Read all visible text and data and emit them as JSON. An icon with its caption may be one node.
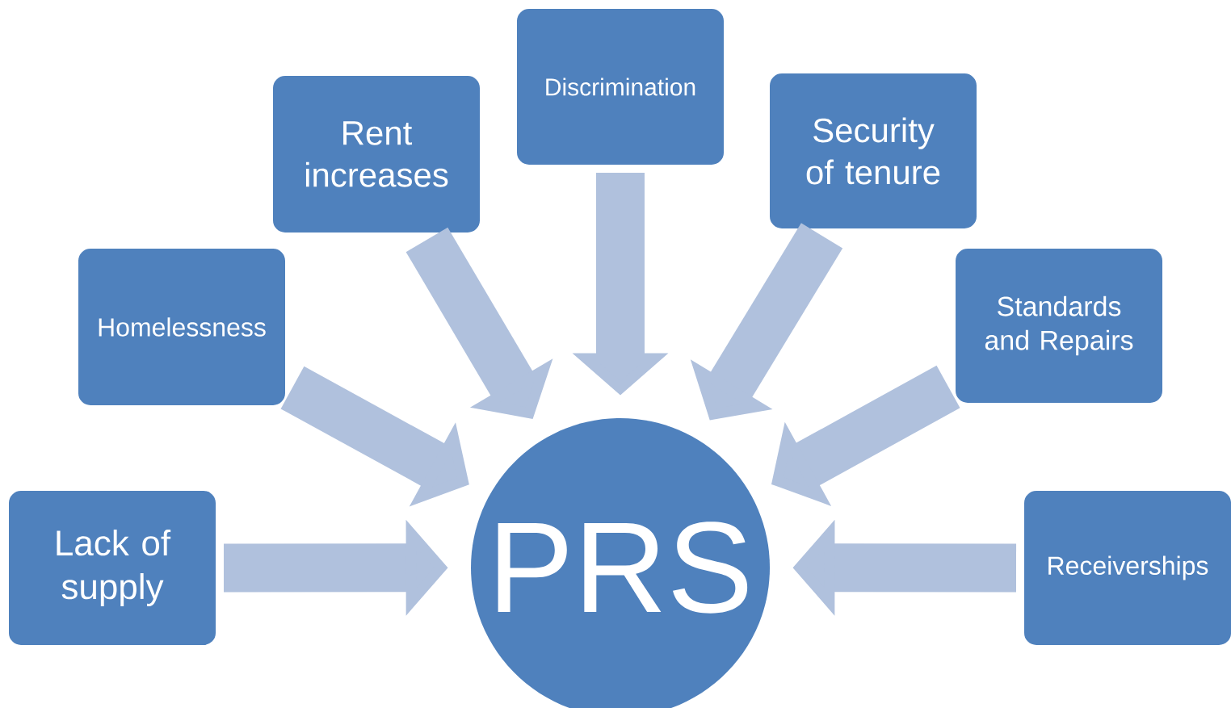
{
  "diagram": {
    "nodes": [
      {
        "text": [
          "Lack of supply"
        ]
      },
      {
        "text": [
          "Homelessness"
        ]
      },
      {
        "text": [
          "Rent increases"
        ]
      },
      {
        "text": [
          "Discrimination"
        ]
      },
      {
        "text": [
          "Security of tenure"
        ]
      },
      {
        "text": [
          "Standards and Repairs"
        ]
      },
      {
        "text": [
          "Receiverships"
        ]
      },
      {
        "text": [
          "PRS"
        ]
      }
    ],
    "edges": [
      {
        "from": 0,
        "to": 7,
        "arrow": "to"
      },
      {
        "from": 1,
        "to": 7,
        "arrow": "to"
      },
      {
        "from": 2,
        "to": 7,
        "arrow": "to"
      },
      {
        "from": 3,
        "to": 7,
        "arrow": "to"
      },
      {
        "from": 4,
        "to": 7,
        "arrow": "to"
      },
      {
        "from": 5,
        "to": 7,
        "arrow": "to"
      },
      {
        "from": 6,
        "to": 7,
        "arrow": "to"
      }
    ]
  }
}
